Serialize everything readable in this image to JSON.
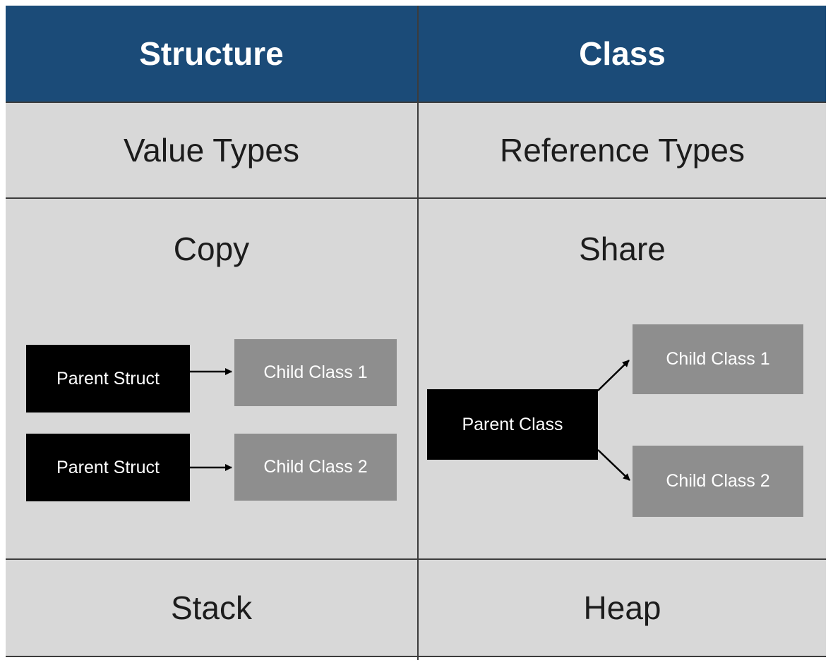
{
  "headers": [
    "Structure",
    "Class"
  ],
  "rows": [
    [
      "Value Types",
      "Reference Types"
    ],
    [
      "Copy",
      "Share"
    ],
    [
      "Stack",
      "Heap"
    ]
  ],
  "structure_diagram": {
    "parents": [
      "Parent Struct",
      "Parent Struct"
    ],
    "children": [
      "Child Class 1",
      "Child Class 2"
    ]
  },
  "class_diagram": {
    "parent": "Parent Class",
    "children": [
      "Child Class 1",
      "Child Class 2"
    ]
  },
  "colors": {
    "header_bg": "#1b4b78",
    "cell_bg": "#d8d8d8",
    "parent_box": "#000000",
    "child_box": "#8e8e8e",
    "grid_line": "#3c3c3c"
  }
}
